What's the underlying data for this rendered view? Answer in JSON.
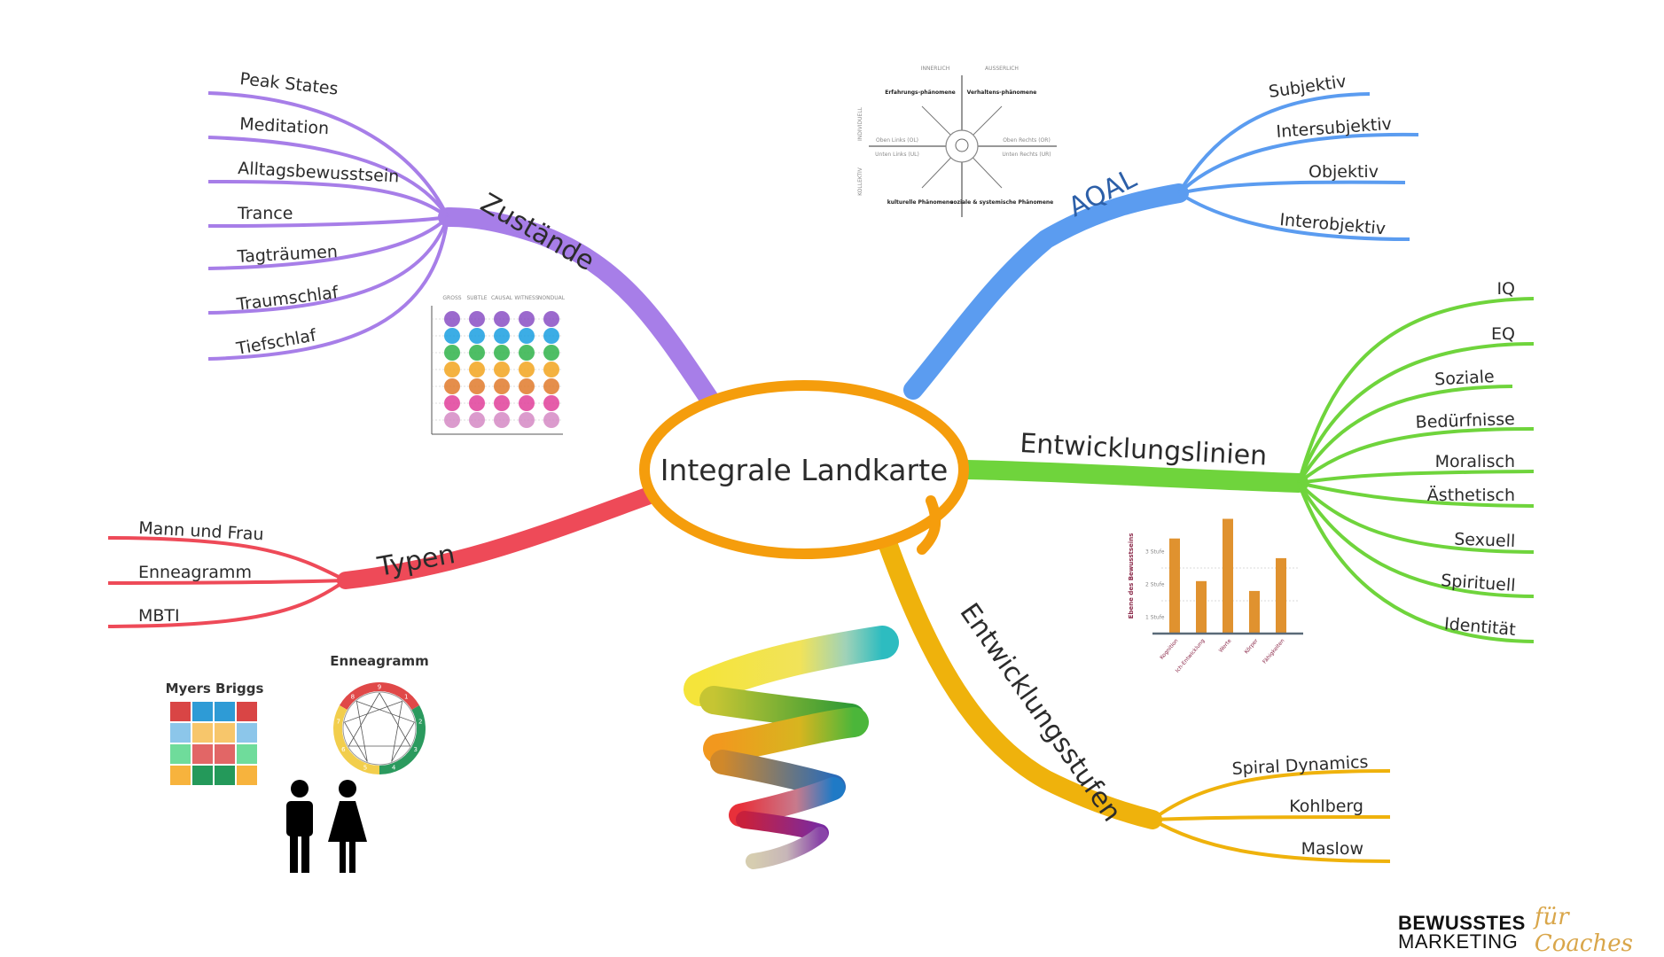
{
  "center": {
    "label": "Integrale Landkarte",
    "color": "#f59d0c"
  },
  "branches": {
    "zustaende": {
      "label": "Zustände",
      "color": "#a77ee8",
      "items": [
        "Peak States",
        "Meditation",
        "Alltagsbewusstsein",
        "Trance",
        "Tagträumen",
        "Traumschlaf",
        "Tiefschlaf"
      ]
    },
    "aqal": {
      "label": "AQAL",
      "color": "#5b9cf0",
      "items": [
        "Subjektiv",
        "Intersubjektiv",
        "Objektiv",
        "Interobjektiv"
      ]
    },
    "linien": {
      "label": "Entwicklungslinien",
      "color": "#6fd43c",
      "items": [
        "IQ",
        "EQ",
        "Soziale",
        "Bedürfnisse",
        "Moralisch",
        "Ästhetisch",
        "Sexuell",
        "Spirituell",
        "Identität"
      ]
    },
    "typen": {
      "label": "Typen",
      "color": "#ee4a58",
      "items": [
        "Mann und Frau",
        "Enneagramm",
        "MBTI"
      ]
    },
    "stufen": {
      "label": "Entwicklungsstufen",
      "color": "#efb20c",
      "items": [
        "Spiral Dynamics",
        "Kohlberg",
        "Maslow"
      ]
    }
  },
  "quadrant_image": {
    "col_headers": [
      "INNERLICH",
      "AUSSERLICH"
    ],
    "row_headers": [
      "INDIVIDUELL",
      "KOLLEKTIV"
    ],
    "quadrants": [
      "Erfahrungs-phänomene",
      "Verhaltens-phänomene",
      "kulturelle Phänomene",
      "soziale & systemische Phänomene"
    ],
    "axis_labels": [
      "Oben Links (OL)",
      "Oben Rechts (OR)",
      "Unten Links (UL)",
      "Unten Rechts (UR)"
    ]
  },
  "states_grid_image": {
    "columns": [
      "GROSS",
      "SUBTLE",
      "CAUSAL",
      "WITNESS",
      "NONDUAL"
    ],
    "row_colors": [
      "#8a4fc4",
      "#1a9fe0",
      "#2fb34a",
      "#f2a51f",
      "#e07a2c",
      "#e0409a",
      "#d58ac4"
    ]
  },
  "lines_chart_image": {
    "ylabel": "Ebene des Bewusstseins",
    "yticks": [
      "1 Stufe",
      "2 Stufe",
      "3 Stufe"
    ],
    "categories": [
      "Kognition",
      "Ich-Entwicklung",
      "Werte",
      "Körper",
      "Fähigkeiten"
    ],
    "values": [
      2.9,
      1.6,
      3.5,
      1.3,
      2.3
    ],
    "bar_color": "#e0922f"
  },
  "types_images": {
    "mbti_label": "Myers Briggs",
    "mbti_grid": [
      [
        "#d94545",
        "#2e9bd6",
        "#2e9bd6",
        "#d94545"
      ],
      [
        "#8cc6ea",
        "#f7c66b",
        "#f7c66b",
        "#8cc6ea"
      ],
      [
        "#6fdc9b",
        "#e26666",
        "#e26666",
        "#6fdc9b"
      ],
      [
        "#f7b33d",
        "#24995a",
        "#24995a",
        "#f7b33d"
      ]
    ],
    "enneagram_label": "Enneagramm",
    "enneagram_numbers": [
      "9",
      "1",
      "2",
      "3",
      "4",
      "5",
      "6",
      "7",
      "8"
    ]
  },
  "logo": {
    "line1": "BEWUSSTES",
    "line2": "MARKETING",
    "script": "für Coaches"
  }
}
